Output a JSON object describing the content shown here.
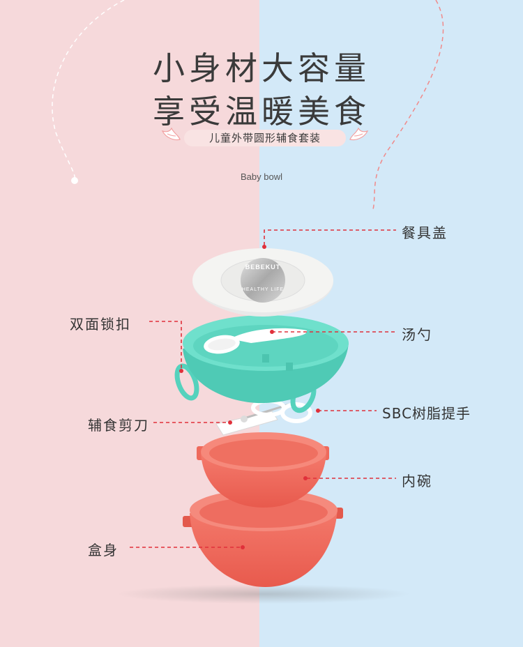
{
  "headline": {
    "line1": "小身材大容量",
    "line2": "享受温暖美食"
  },
  "tagline": "儿童外带圆形辅食套装",
  "subtitle": "Baby bowl",
  "lid_text": {
    "top": "BEBEKUT",
    "bottom": "HEALTHY LIFE"
  },
  "callouts": {
    "lid": "餐具盖",
    "lock": "双面锁扣",
    "spoon": "汤勺",
    "handle": "SBC树脂提手",
    "scissors": "辅食剪刀",
    "inner_bowl": "内碗",
    "box": "盒身"
  },
  "colors": {
    "left_bg": "#f6d9db",
    "right_bg": "#d3e9f8",
    "mint": "#5fd9c4",
    "coral": "#f26a5c",
    "leader": "#e0303a"
  }
}
